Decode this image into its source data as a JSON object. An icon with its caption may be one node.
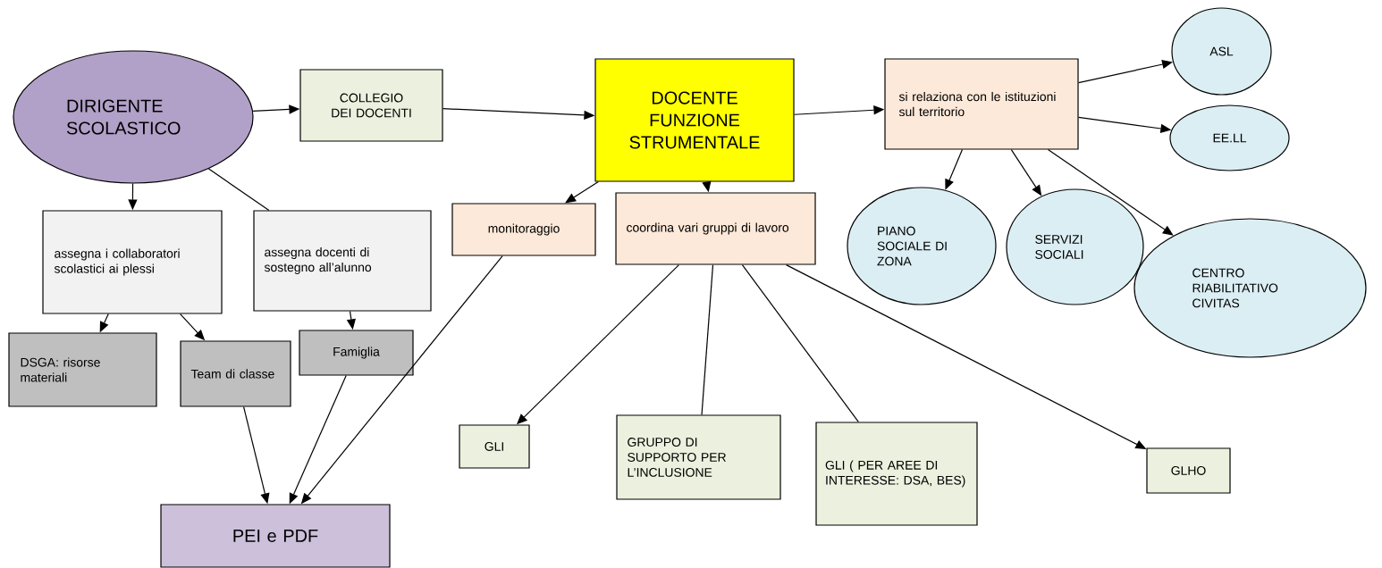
{
  "diagram": {
    "nodes": [
      {
        "text": [
          "DIRIGENTE SCOLASTICO"
        ]
      },
      {
        "text": [
          "COLLEGIO DEI DOCENTI"
        ]
      },
      {
        "text": [
          "DOCENTE FUNZIONE STRUMENTALE"
        ]
      },
      {
        "text": [
          "si relaziona con le istituzioni sul territorio"
        ]
      },
      {
        "text": [
          "ASL"
        ]
      },
      {
        "text": [
          "EE.LL"
        ]
      },
      {
        "text": [
          "assegna i collaboratori scolastici ai plessi"
        ]
      },
      {
        "text": [
          "assegna docenti di sostegno all’alunno"
        ]
      },
      {
        "text": [
          "monitoraggio"
        ]
      },
      {
        "text": [
          "coordina vari gruppi di lavoro"
        ]
      },
      {
        "text": [
          "PIANO SOCIALE DI ZONA"
        ]
      },
      {
        "text": [
          "SERVIZI SOCIALI"
        ]
      },
      {
        "text": [
          "CENTRO RIABILITATIVO CIVITAS"
        ]
      },
      {
        "text": [
          "DSGA: risorse materiali"
        ]
      },
      {
        "text": [
          "Team di classe"
        ]
      },
      {
        "text": [
          "Famiglia"
        ]
      },
      {
        "text": [
          "GLI"
        ]
      },
      {
        "text": [
          "GRUPPO DI SUPPORTO PER L’INCLUSIONE"
        ]
      },
      {
        "text": [
          "GLI ( PER AREE DI INTERESSE: DSA, BES)"
        ]
      },
      {
        "text": [
          "GLHO"
        ]
      },
      {
        "text": [
          "PEI e PDF"
        ]
      }
    ],
    "edges": [
      {
        "from": 0,
        "to": 1,
        "arrow": "to"
      },
      {
        "from": 1,
        "to": 2,
        "arrow": "to"
      },
      {
        "from": 2,
        "to": 3,
        "arrow": "to"
      },
      {
        "from": 3,
        "to": 4,
        "arrow": "to"
      },
      {
        "from": 3,
        "to": 5,
        "arrow": "to"
      },
      {
        "from": 3,
        "to": 10,
        "arrow": "to"
      },
      {
        "from": 3,
        "to": 11,
        "arrow": "to"
      },
      {
        "from": 3,
        "to": 12,
        "arrow": "to"
      },
      {
        "from": 0,
        "to": 6,
        "arrow": "to"
      },
      {
        "from": 0,
        "to": 7,
        "arrow": "none"
      },
      {
        "from": 2,
        "to": 8,
        "arrow": "to"
      },
      {
        "from": 2,
        "to": 9,
        "arrow": "to"
      },
      {
        "from": 6,
        "to": 13,
        "arrow": "to"
      },
      {
        "from": 6,
        "to": 14,
        "arrow": "to"
      },
      {
        "from": 7,
        "to": 15,
        "arrow": "to"
      },
      {
        "from": 14,
        "to": 20,
        "arrow": "to"
      },
      {
        "from": 15,
        "to": 20,
        "arrow": "to"
      },
      {
        "from": 8,
        "to": 20,
        "arrow": "to"
      },
      {
        "from": 9,
        "to": 16,
        "arrow": "to"
      },
      {
        "from": 9,
        "to": 17,
        "arrow": "none"
      },
      {
        "from": 9,
        "to": 18,
        "arrow": "none"
      },
      {
        "from": 9,
        "to": 19,
        "arrow": "to"
      }
    ]
  }
}
